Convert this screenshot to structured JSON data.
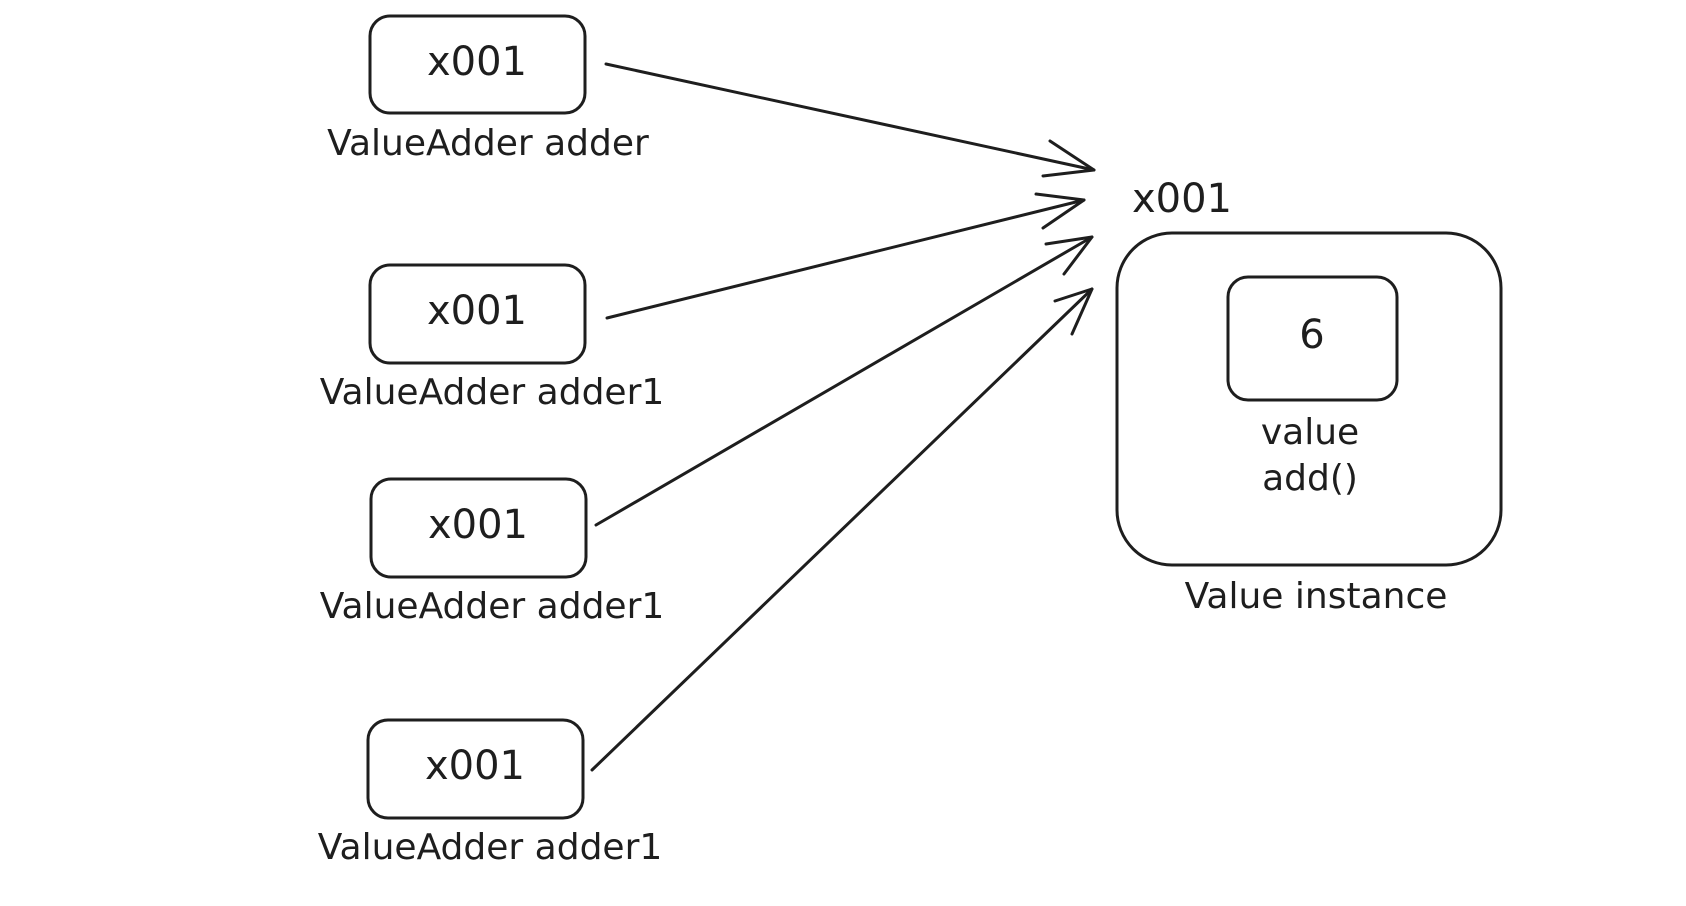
{
  "variables": [
    {
      "address": "x001",
      "label": "ValueAdder adder"
    },
    {
      "address": "x001",
      "label": "ValueAdder adder1"
    },
    {
      "address": "x001",
      "label": "ValueAdder adder1"
    },
    {
      "address": "x001",
      "label": "ValueAdder adder1"
    }
  ],
  "instance": {
    "address": "x001",
    "field_value": "6",
    "field_name": "value",
    "method_name": "add()",
    "caption": "Value instance"
  },
  "colors": {
    "stroke": "#1e1e1e",
    "reference_fill": "#a5d8ff",
    "value_fill": "#b2f2bb"
  }
}
